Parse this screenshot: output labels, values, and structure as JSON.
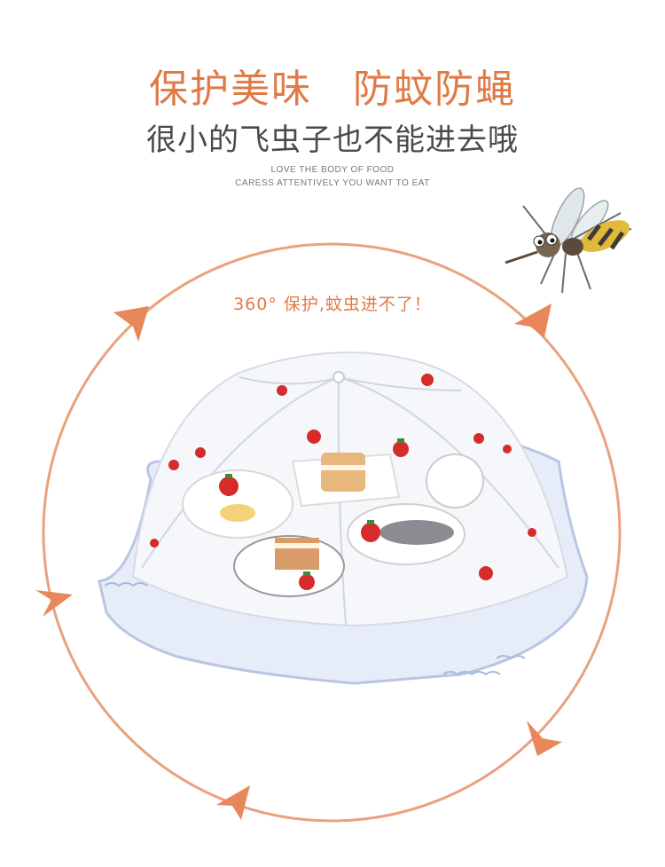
{
  "headline": {
    "left": "保护美味",
    "right": "防蚊防蝇"
  },
  "subhead": "很小的飞虫子也不能进去哦",
  "tagline": {
    "line1": "LOVE THE BODY OF FOOD",
    "line2": "CARESS ATTENTIVELY YOU WANT TO EAT"
  },
  "callout": "360°  保护,蚊虫进不了！",
  "colors": {
    "accent": "#e07a46",
    "circle": "#e8a27d",
    "text": "#4a4a4a",
    "cover_edge": "#aebfe0",
    "strawberry": "#d62b2b"
  },
  "icons": [
    "mosquito-icon",
    "arrow-icon",
    "food-cover-image"
  ]
}
